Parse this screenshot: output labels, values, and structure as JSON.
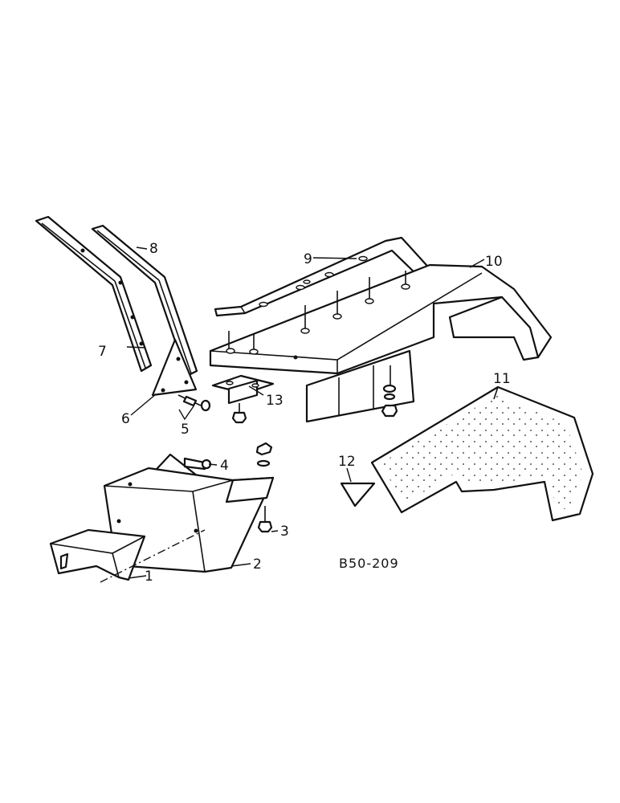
{
  "callouts": {
    "c1": "1",
    "c2": "2",
    "c3": "3",
    "c4": "4",
    "c5": "5",
    "c6": "6",
    "c7": "7",
    "c8": "8",
    "c9": "9",
    "c10": "10",
    "c11": "11",
    "c12": "12",
    "c13": "13"
  },
  "drawing_code": "B50-209"
}
